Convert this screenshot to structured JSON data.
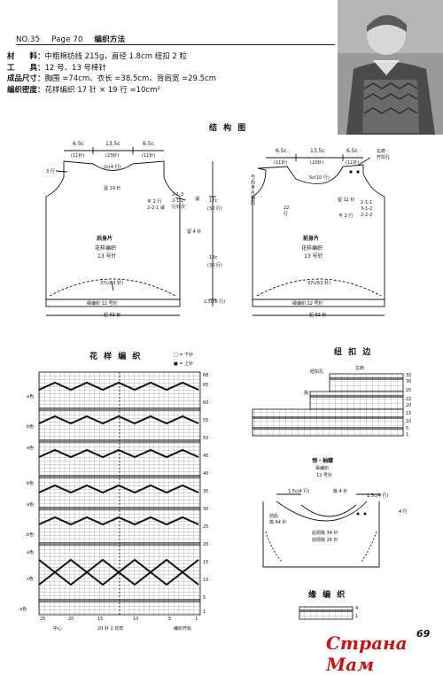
{
  "header": {
    "no": "NO.35",
    "page": "Page 70",
    "title": "编织方法"
  },
  "materials": [
    {
      "label": "材　　料：",
      "value": "中粗棉纺线 215g，直径 1.8cm 纽扣 2 粒"
    },
    {
      "label": "工　　具：",
      "value": "12 号、13 号棒针"
    },
    {
      "label": "成品尺寸：",
      "value": "胸围 =74cm、衣长 =38.5cm、背肩宽 =29.5cm"
    },
    {
      "label": "编织密度：",
      "value": "花样编织  17 针 × 19 行 =10cm²"
    }
  ],
  "structure": {
    "title": "结 构 图",
    "back": {
      "name": "后身片",
      "pattern": "花样编织",
      "needle": "13 号针",
      "top_dims": [
        "6.5c",
        "13.5c",
        "6.5c"
      ],
      "top_sts": [
        "(11针)",
        "(23针)",
        "(11针)"
      ],
      "neck": "2c(4 行)",
      "rows3": "3 行",
      "cast": "留 19 针",
      "flat": [
        "平 2 行",
        "2-2-1 减"
      ],
      "dec": [
        "2-1-3",
        "2-1-2",
        "行针次"
      ],
      "armhole_reduce": "减",
      "leave4": "留 4 针",
      "h17": "17c",
      "h17r": "(32 行)",
      "h19": "19c",
      "h19r": "(36 行)",
      "width": "37c(63 针)",
      "rib": "缘编织  12 号针",
      "rib_h": "2.5c(6 行)",
      "start": "起 63 针"
    },
    "front": {
      "name": "前身片",
      "pattern": "花样编织",
      "needle": "13 号针",
      "top_dims": [
        "6.5c",
        "13.5c",
        "6.5c"
      ],
      "top_sts": [
        "(11针)",
        "(23针)",
        "(11针)"
      ],
      "button_label": [
        "左肩",
        "开扣孔"
      ],
      "neck": "5c(10 行)",
      "cast": "留 11 针",
      "side_note": "与后身片相同",
      "rows22": [
        "22",
        "行"
      ],
      "flat": "平 2 行",
      "dec": [
        "2-1-1",
        "3-1-2",
        "2-2-2"
      ],
      "width": "37c(63 针)",
      "rib": "缘编织  12 号针",
      "start": "起 63 针"
    }
  },
  "pattern_chart": {
    "title": "花 样 编 织",
    "legend": [
      {
        "symbol": "□",
        "meaning": "= 下针"
      },
      {
        "symbol": "■",
        "meaning": "= 上针"
      }
    ],
    "row_labels": [
      "68",
      "65",
      "60",
      "55",
      "50",
      "45",
      "40",
      "35",
      "30",
      "25",
      "20",
      "15",
      "10",
      "5",
      "1"
    ],
    "col_labels": [
      "25",
      "20",
      "15",
      "10",
      "5",
      "1"
    ],
    "color_labels": [
      "a色",
      "b色",
      "a色",
      "b色",
      "a色",
      "b色",
      "a色",
      "c色",
      "a色"
    ],
    "bottom": [
      "中心",
      "20 针 1 花样",
      "编织开始"
    ]
  },
  "button_band": {
    "title": "纽 扣 边",
    "side": "左肩",
    "hole_label": "纽扣孔",
    "pick": "挑",
    "rows": [
      "32",
      "30",
      "25",
      "22",
      "20",
      "15",
      "10",
      "5",
      "1"
    ]
  },
  "neck_arm": {
    "title": "领・袖窿",
    "pattern": "缘编织",
    "needle": "12 号针",
    "left_dim": "1.5c(4 行)",
    "pick4": "挑 4 针",
    "right_dim": "1.5c(4 行)",
    "armpick": [
      "前后",
      "挑 64 针"
    ],
    "center1": "后领挑 34 针",
    "center2": "前领挑 26 针",
    "right_rows": "4 行"
  },
  "edge": {
    "title": "缘 编 织",
    "rows": [
      "4",
      "1"
    ]
  },
  "page_number": "69",
  "watermark": "Страна Мам"
}
